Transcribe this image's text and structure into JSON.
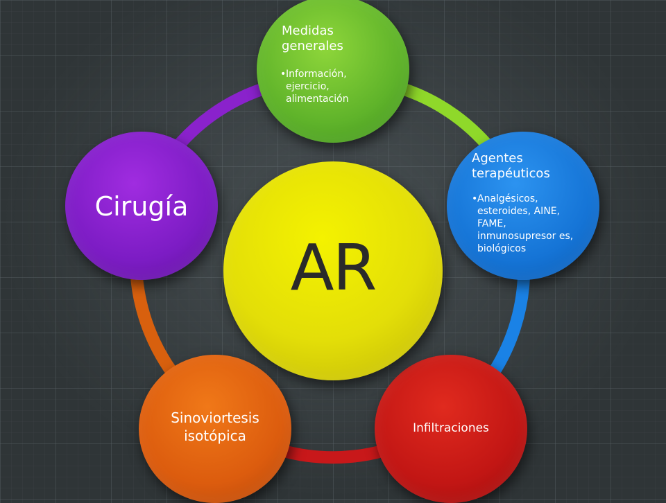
{
  "diagram": {
    "center": {
      "label": "AR",
      "color": "#e3de08"
    },
    "nodes": {
      "green": {
        "title": "Medidas generales",
        "bullets": [
          "Información, ejercicio, alimentación"
        ],
        "color": "#5fb32a"
      },
      "blue": {
        "title": "Agentes terapéuticos",
        "bullets": [
          "Analgésicos, esteroides, AINE, FAME, inmunosupresor es, biológicos"
        ],
        "color": "#1574d6"
      },
      "red": {
        "label": "Infiltraciones",
        "color": "#c21614"
      },
      "orange": {
        "label": "Sinoviortesis isotópica",
        "color": "#dc5c0e"
      },
      "purple": {
        "label": "Cirugía",
        "color": "#7c1cc4"
      }
    },
    "arc_colors": [
      "#8fd82a",
      "#1a82e6",
      "#c8181a",
      "#d8600e",
      "#8a22cc"
    ]
  }
}
